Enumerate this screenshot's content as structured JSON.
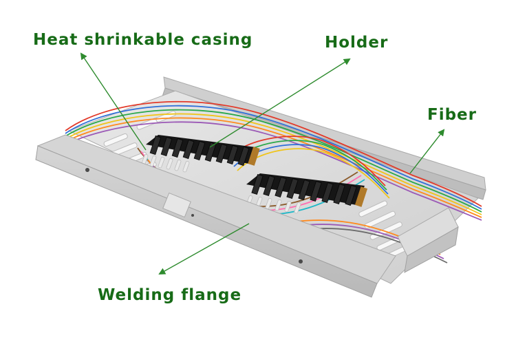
{
  "labels": {
    "heat_shrinkable_casing": "Heat shrinkable casing",
    "holder": "Holder",
    "fiber": "Fiber",
    "welding_flange": "Welding flange"
  },
  "colors": {
    "label_text": "#176b17",
    "arrow": "#2e8b2e",
    "tray_top": "#dcdcdc",
    "tray_side": "#c4c4c4",
    "holder_black": "#161616",
    "fiber_palette": [
      "#e23a2a",
      "#2f6fd8",
      "#2aa84a",
      "#f0c419",
      "#ff8a1e",
      "#9b59b6",
      "#8b5a2b",
      "#ff6fb0",
      "#20b8c8",
      "#6b6b6b",
      "#ffffff",
      "#111111"
    ]
  },
  "icons": [
    "arrow-icon"
  ]
}
